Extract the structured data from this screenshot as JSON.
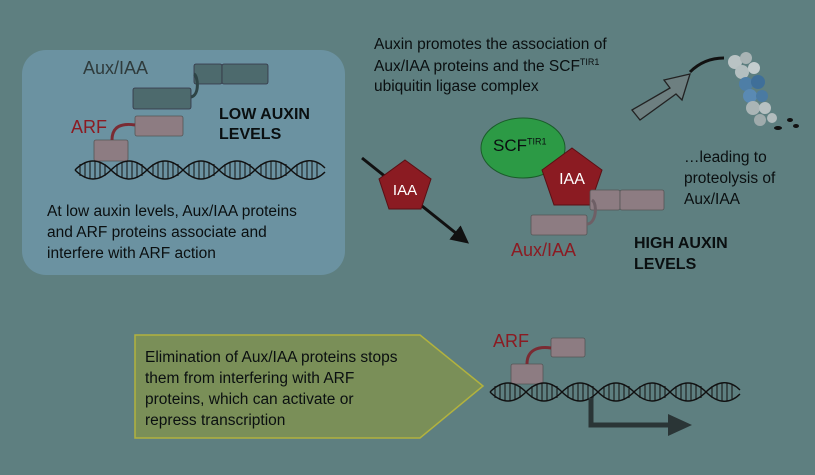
{
  "low_panel": {
    "aux_label": "Aux/IAA",
    "arf_label": "ARF",
    "title_line1": "LOW AUXIN",
    "title_line2": "LEVELS",
    "desc_line1": "At low auxin levels, Aux/IAA proteins",
    "desc_line2": "and ARF proteins associate and",
    "desc_line3": "interfere with ARF action"
  },
  "top_caption": {
    "line1": "Auxin promotes the association of",
    "line2_prefix": "Aux/IAA proteins and the SCF",
    "line2_sup": "TIR1",
    "line3": "ubiquitin ligase complex"
  },
  "iaa_molecule": {
    "label": "IAA"
  },
  "high_panel": {
    "scf_label": "SCF",
    "scf_sup": "TIR1",
    "iaa_label": "IAA",
    "aux_label": "Aux/IAA",
    "title_line1": "HIGH AUXIN",
    "title_line2": "LEVELS"
  },
  "proteolysis": {
    "line1": "…leading to",
    "line2": "proteolysis of",
    "line3": "Aux/IAA"
  },
  "bottom_caption": {
    "line1": "Elimination of Aux/IAA proteins stops",
    "line2": "them from interfering with ARF",
    "line3": "proteins, which can activate or",
    "line4": "repress transcription"
  },
  "bottom_arf": {
    "label": "ARF"
  },
  "colors": {
    "background": "#5e7f80",
    "low_panel_fill": "#6b92a1",
    "aux_box": "#4d6a6d",
    "arf_box": "#8d7c82",
    "iaa_red": "#8b1b22",
    "scf_green": "#2c9a45",
    "callout_fill": "#7a8f58",
    "callout_border": "#9b9a3a",
    "dna_line": "#111111"
  }
}
